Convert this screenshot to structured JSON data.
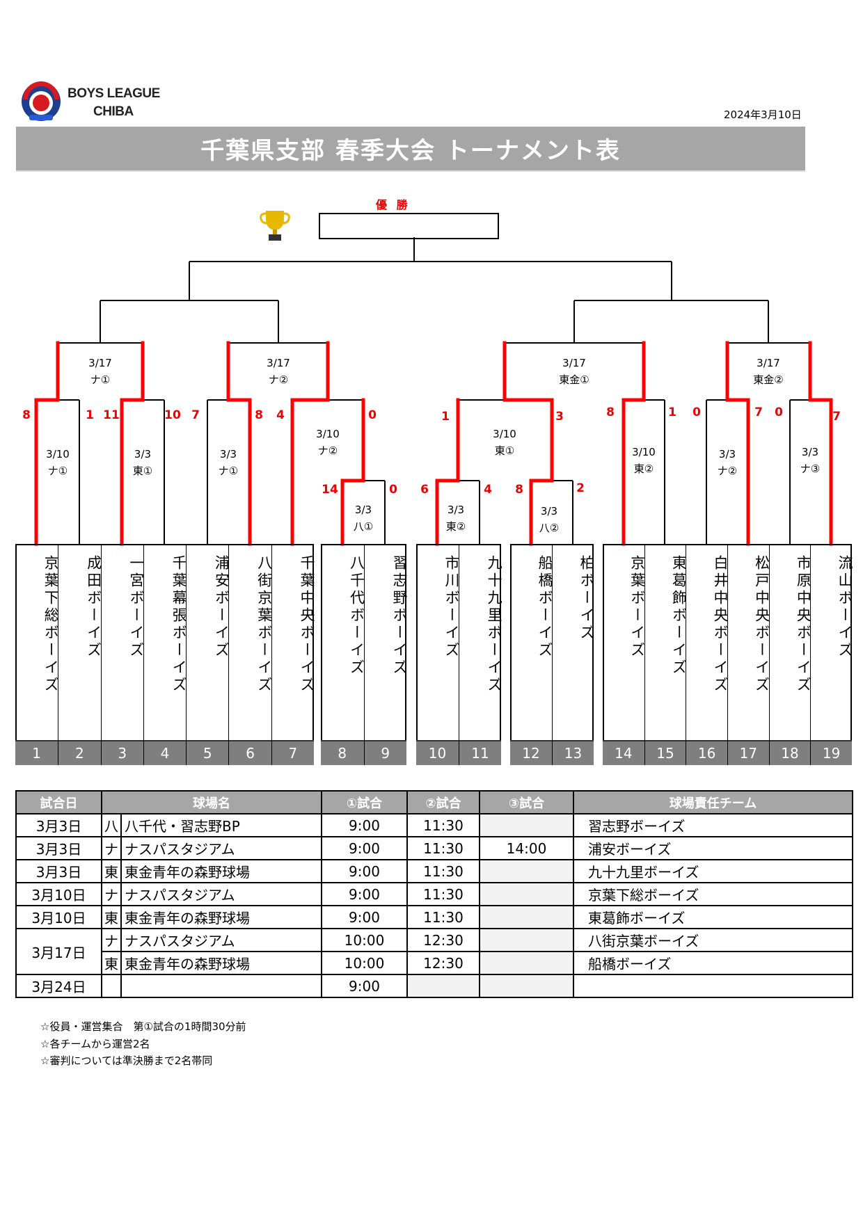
{
  "header": {
    "logo_text": [
      "BOYS LEAGUE",
      "CHIBA"
    ],
    "date": "2024年3月10日",
    "title": "千葉県支部 春季大会 トーナメント表",
    "champion_label": "優 勝"
  },
  "colors": {
    "winner_line": "#ff0000",
    "header_bg": "#a6a6a6",
    "number_bg": "#7f7f7f"
  },
  "teams": [
    {
      "no": "1",
      "name": "京葉下総ボーイズ"
    },
    {
      "no": "2",
      "name": "成田ボーイズ"
    },
    {
      "no": "3",
      "name": "一宮ボーイズ"
    },
    {
      "no": "4",
      "name": "千葉幕張ボーイズ"
    },
    {
      "no": "5",
      "name": "浦安ボーイズ"
    },
    {
      "no": "6",
      "name": "八街京葉ボーイズ"
    },
    {
      "no": "7",
      "name": "千葉中央ボーイズ"
    },
    {
      "no": "8",
      "name": "八千代ボーイズ"
    },
    {
      "no": "9",
      "name": "習志野ボーイズ"
    },
    {
      "no": "10",
      "name": "市川ボーイズ"
    },
    {
      "no": "11",
      "name": "九十九里ボーイズ"
    },
    {
      "no": "12",
      "name": "船橋ボーイズ"
    },
    {
      "no": "13",
      "name": "柏ボーイズ"
    },
    {
      "no": "14",
      "name": "京葉ボーイズ"
    },
    {
      "no": "15",
      "name": "東葛飾ボーイズ"
    },
    {
      "no": "16",
      "name": "白井中央ボーイズ"
    },
    {
      "no": "17",
      "name": "松戸中央ボーイズ"
    },
    {
      "no": "18",
      "name": "市原中央ボーイズ"
    },
    {
      "no": "19",
      "name": "流山ボーイズ"
    }
  ],
  "matches": [
    {
      "date": "3/17",
      "venue": "ナ①"
    },
    {
      "date": "3/17",
      "venue": "ナ②"
    },
    {
      "date": "3/17",
      "venue": "東金①"
    },
    {
      "date": "3/17",
      "venue": "東金②"
    },
    {
      "date": "3/10",
      "venue": "ナ①"
    },
    {
      "date": "3/3",
      "venue": "東①"
    },
    {
      "date": "3/3",
      "venue": "ナ①"
    },
    {
      "date": "3/10",
      "venue": "ナ②"
    },
    {
      "date": "3/3",
      "venue": "八①"
    },
    {
      "date": "3/10",
      "venue": "東①"
    },
    {
      "date": "3/3",
      "venue": "東②"
    },
    {
      "date": "3/3",
      "venue": "八②"
    },
    {
      "date": "3/10",
      "venue": "東②"
    },
    {
      "date": "3/3",
      "venue": "ナ②"
    },
    {
      "date": "3/3",
      "venue": "ナ③"
    }
  ],
  "scores": [
    "8",
    "1",
    "11",
    "10",
    "7",
    "8",
    "4",
    "0",
    "14",
    "0",
    "1",
    "3",
    "6",
    "4",
    "8",
    "2",
    "8",
    "1",
    "0",
    "7",
    "0",
    "7"
  ],
  "schedule": {
    "headers": [
      "試合日",
      "球場名",
      "①試合",
      "②試合",
      "③試合",
      "球場責任チーム"
    ],
    "rows": [
      {
        "date": "3月3日",
        "code": "八",
        "venue": "八千代・習志野BP",
        "g1": "9:00",
        "g2": "11:30",
        "g3": "",
        "team": "習志野ボーイズ"
      },
      {
        "date": "3月3日",
        "code": "ナ",
        "venue": "ナスパスタジアム",
        "g1": "9:00",
        "g2": "11:30",
        "g3": "14:00",
        "team": "浦安ボーイズ"
      },
      {
        "date": "3月3日",
        "code": "東",
        "venue": "東金青年の森野球場",
        "g1": "9:00",
        "g2": "11:30",
        "g3": "",
        "team": "九十九里ボーイズ"
      },
      {
        "date": "3月10日",
        "code": "ナ",
        "venue": "ナスパスタジアム",
        "g1": "9:00",
        "g2": "11:30",
        "g3": "",
        "team": "京葉下総ボーイズ"
      },
      {
        "date": "3月10日",
        "code": "東",
        "venue": "東金青年の森野球場",
        "g1": "9:00",
        "g2": "11:30",
        "g3": "",
        "team": "東葛飾ボーイズ"
      },
      {
        "date": "3月17日",
        "code": "ナ",
        "venue": "ナスパスタジアム",
        "g1": "10:00",
        "g2": "12:30",
        "g3": "",
        "team": "八街京葉ボーイズ"
      },
      {
        "date": "",
        "code": "東",
        "venue": "東金青年の森野球場",
        "g1": "10:00",
        "g2": "12:30",
        "g3": "",
        "team": "船橋ボーイズ"
      },
      {
        "date": "3月24日",
        "code": "",
        "venue": "",
        "g1": "9:00",
        "g2": "",
        "g3": "",
        "team": ""
      }
    ]
  },
  "notes": [
    "☆役員・運営集合　第①試合の1時間30分前",
    "☆各チームから運営2名",
    "☆審判については準決勝まで2名帯同"
  ]
}
